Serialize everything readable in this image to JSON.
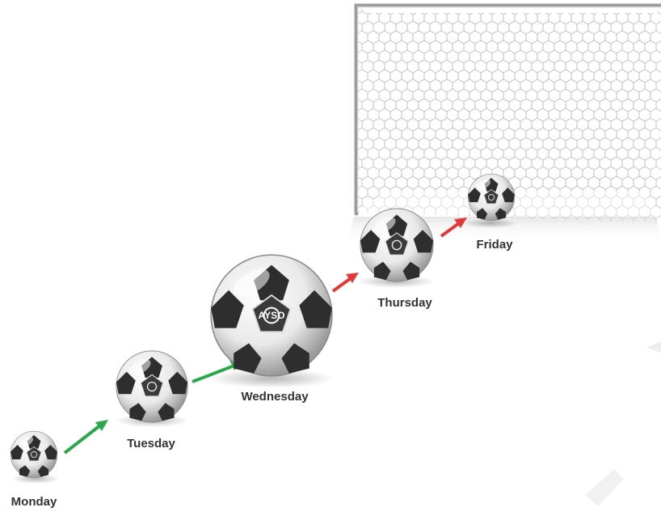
{
  "days": [
    {
      "label": "Monday"
    },
    {
      "label": "Tuesday"
    },
    {
      "label": "Wednesday"
    },
    {
      "label": "Thursday"
    },
    {
      "label": "Friday"
    }
  ],
  "arrows": [
    {
      "color": "#2aa84a"
    },
    {
      "color": "#2aa84a"
    },
    {
      "color": "#e23a3a"
    },
    {
      "color": "#e23a3a"
    }
  ],
  "ball_emblem": "AYSO"
}
